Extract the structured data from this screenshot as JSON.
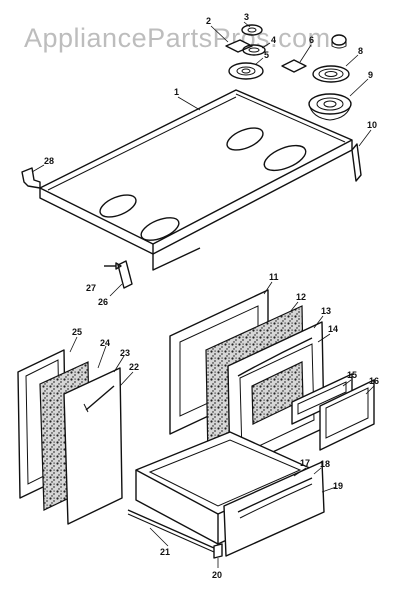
{
  "watermark": "AppliancePartsPros.com",
  "callouts": {
    "p1": "1",
    "p2": "2",
    "p3": "3",
    "p4": "4",
    "p5": "5",
    "p6": "6",
    "p8": "8",
    "p9": "9",
    "p10": "10",
    "p11": "11",
    "p12": "12",
    "p13": "13",
    "p14": "14",
    "p15": "15",
    "p16": "16",
    "p17": "17",
    "p18": "18",
    "p19": "19",
    "p20": "20",
    "p21": "21",
    "p22": "22",
    "p23": "23",
    "p24": "24",
    "p25": "25",
    "p26": "26",
    "p27": "27",
    "p28": "28"
  }
}
